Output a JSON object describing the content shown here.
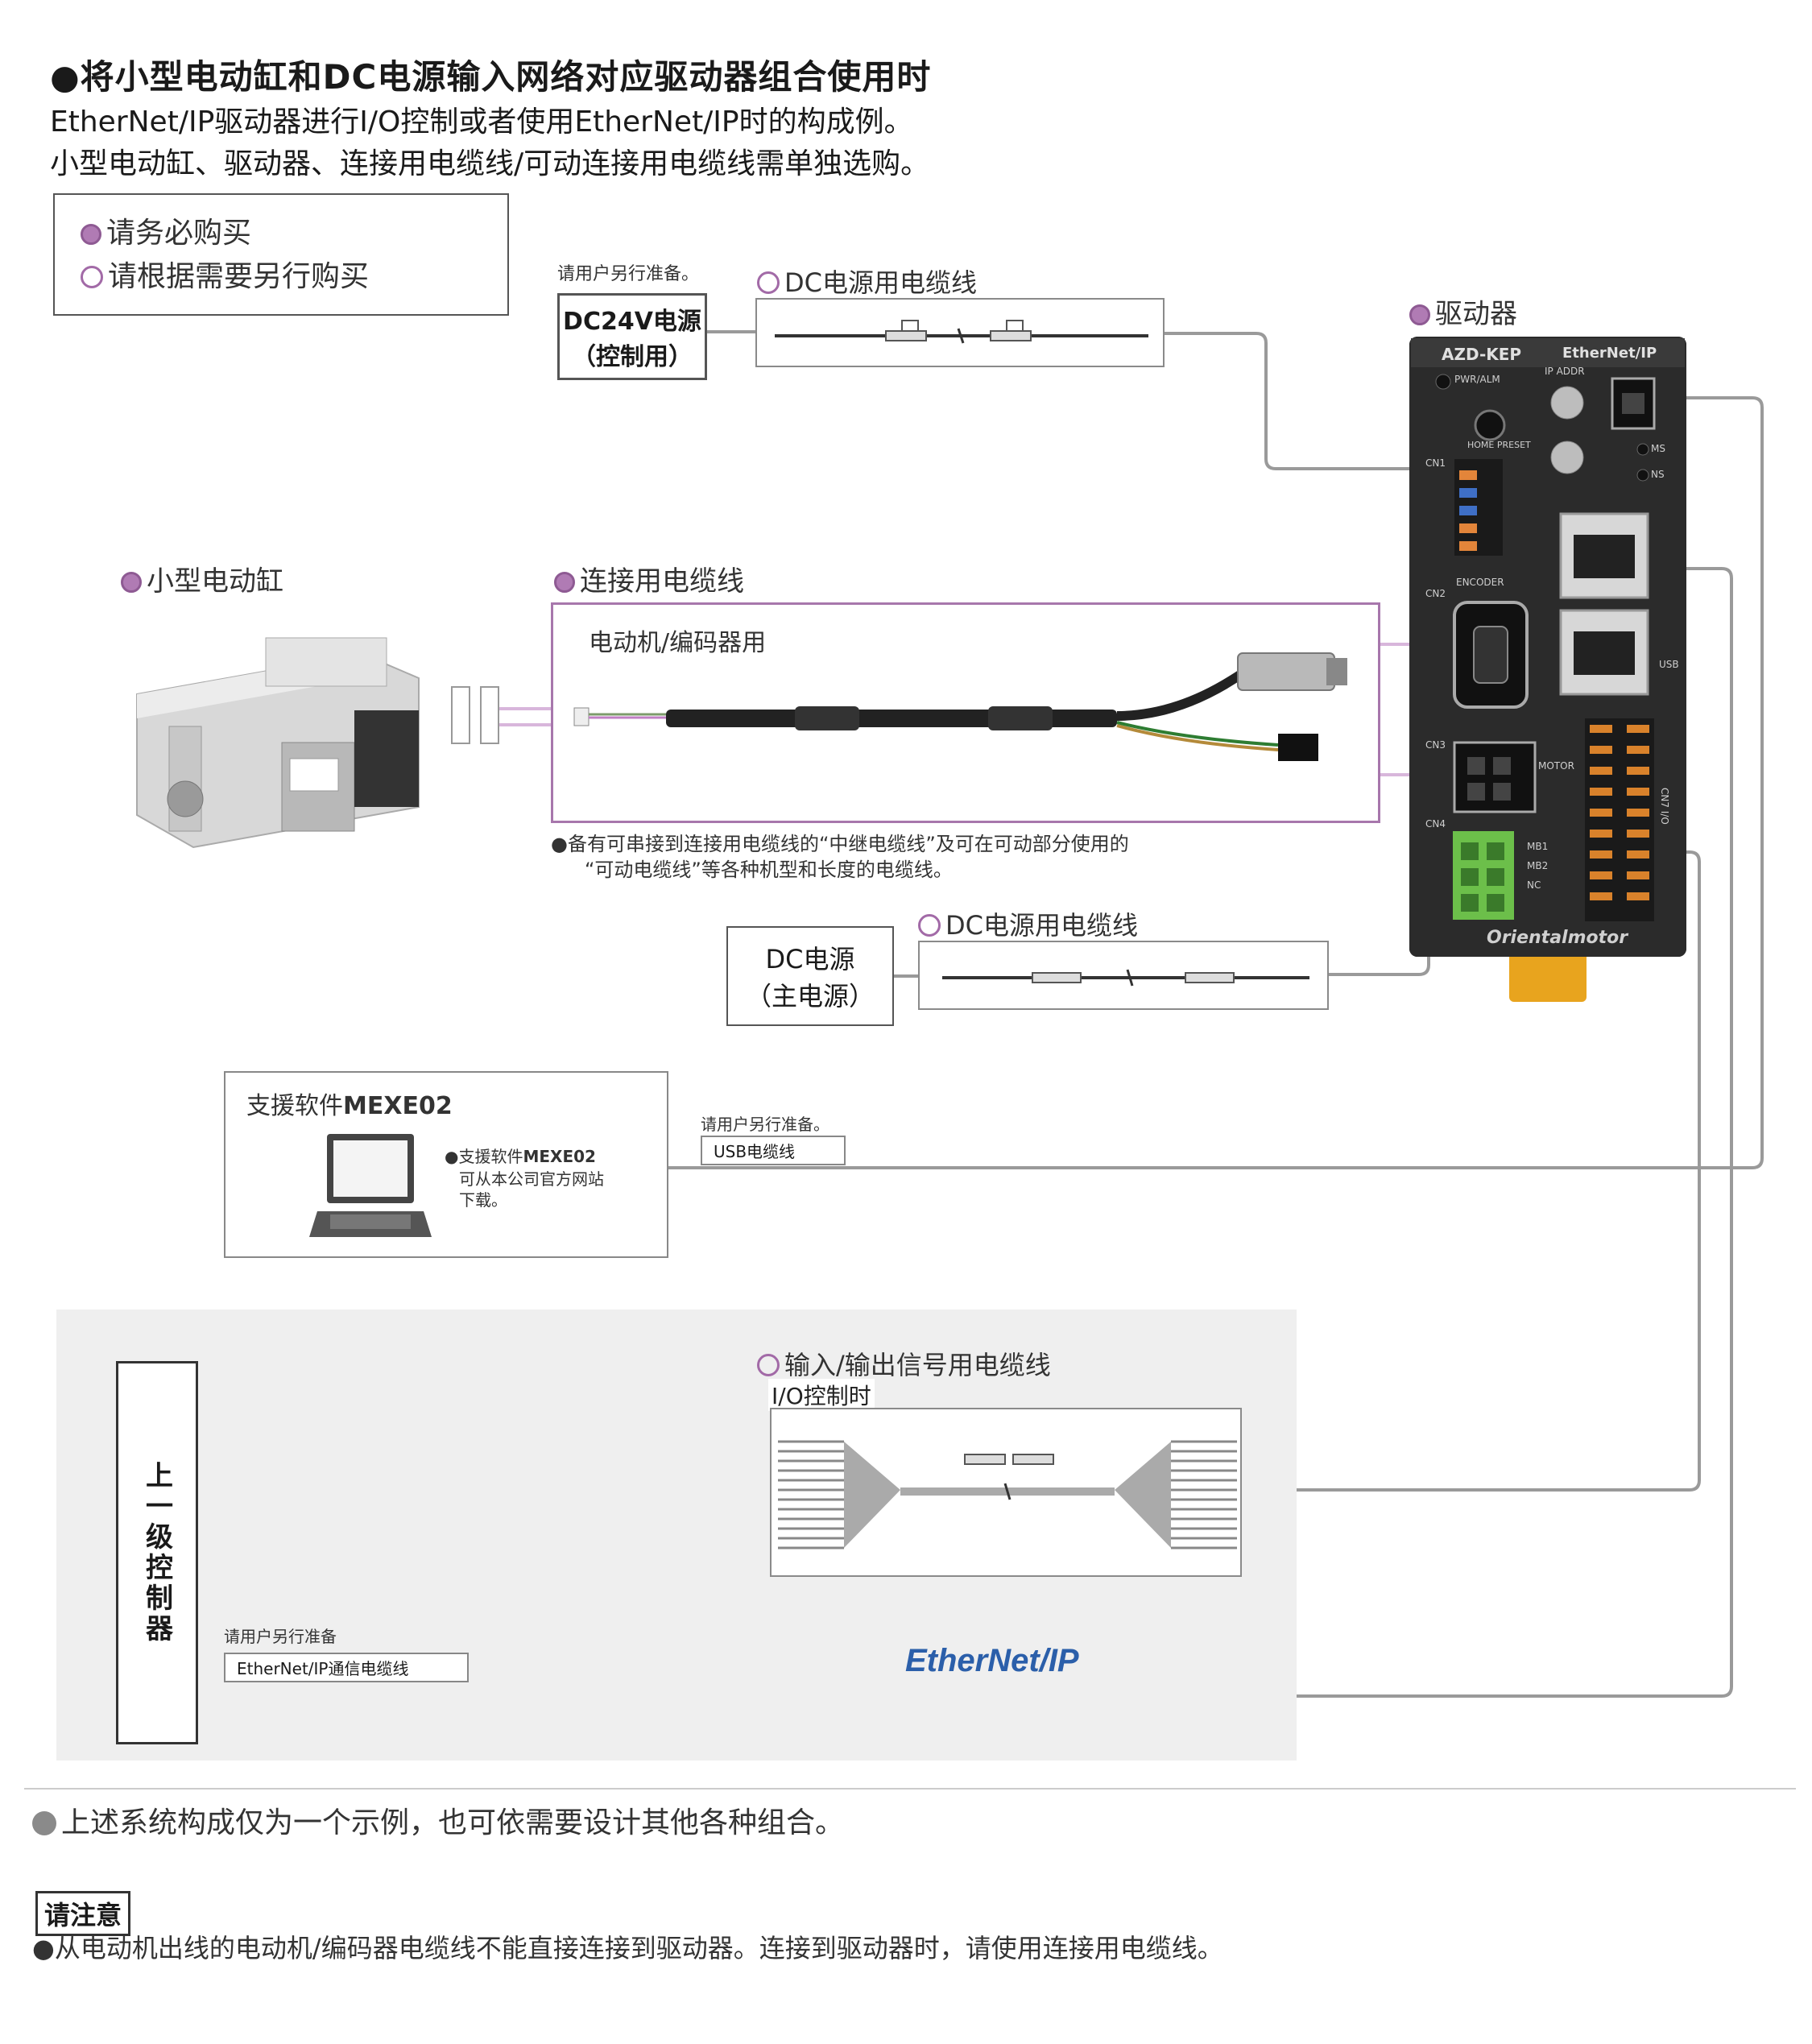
{
  "title": "●将小型电动缸和DC电源输入网络对应驱动器组合使用时",
  "subtitle1": "EtherNet/IP驱动器进行I/O控制或者使用EtherNet/IP时的构成例。",
  "subtitle2": "小型电动缸、驱动器、连接用电缆线/可动连接用电缆线需单独选购。",
  "legend": {
    "must_buy": "请务必购买",
    "optional": "请根据需要另行购买"
  },
  "dc24": {
    "note": "请用户另行准备。",
    "cable_label": "DC电源用电缆线",
    "box_line1": "DC24V电源",
    "box_line2": "（控制用）"
  },
  "driver": {
    "label": "驱动器",
    "model": "AZD-KEP",
    "protocol": "EtherNet/IP",
    "brand": "Orientalmotor",
    "pwr": "PWR/ALM",
    "home": "HOME PRESET",
    "cn1": "CN1",
    "cn2": "CN2",
    "cn3": "CN3",
    "cn4": "CN4",
    "encoder": "ENCODER",
    "ip_addr": "IP ADDR",
    "ms": "MS",
    "ns": "NS",
    "motor": "MOTOR",
    "usb": "USB",
    "io": "CN7 I/O",
    "mb1": "MB1",
    "mb2": "MB2",
    "nc": "NC"
  },
  "cylinder": {
    "label": "小型电动缸"
  },
  "connection_cable": {
    "label": "连接用电缆线",
    "inner": "电动机/编码器用",
    "note1": "●备有可串接到连接用电缆线的“中继电缆线”及可在可动部分使用的",
    "note2": "“可动电缆线”等各种机型和长度的电缆线。"
  },
  "dc_main": {
    "cable_label": "DC电源用电缆线",
    "box_line1": "DC电源",
    "box_line2": "（主电源）"
  },
  "software": {
    "title_prefix": "支援软件",
    "title_bold": "MEXE02",
    "note_prefix": "●支援软件",
    "note_bold": "MEXE02",
    "note_line2": "可从本公司官方网站",
    "note_line3": "下载。",
    "prep_note": "请用户另行准备。",
    "usb_cable": "USB电缆线"
  },
  "io_cable": {
    "label": "输入/输出信号用电缆线",
    "sub": "I/O控制时"
  },
  "controller": {
    "label": "上一级控制器",
    "prep_note": "请用户另行准备",
    "eth_cable": "EtherNet/IP通信电缆线",
    "logo": "EtherNet/IP"
  },
  "bottom_note": "上述系统构成仅为一个示例，也可依需要设计其他各种组合。",
  "notice": {
    "label": "请注意",
    "text": "●从电动机出线的电动机/编码器电缆线不能直接连接到驱动器。连接到驱动器时，请使用连接用电缆线。"
  },
  "colors": {
    "accent": "#b07bb4",
    "line": "#9a9a9a",
    "ethernet_blue": "#2b5faa",
    "driver_body": "#2b2b2b",
    "terminal_orange": "#d9822b",
    "terminal_green": "#6cbf4a"
  }
}
